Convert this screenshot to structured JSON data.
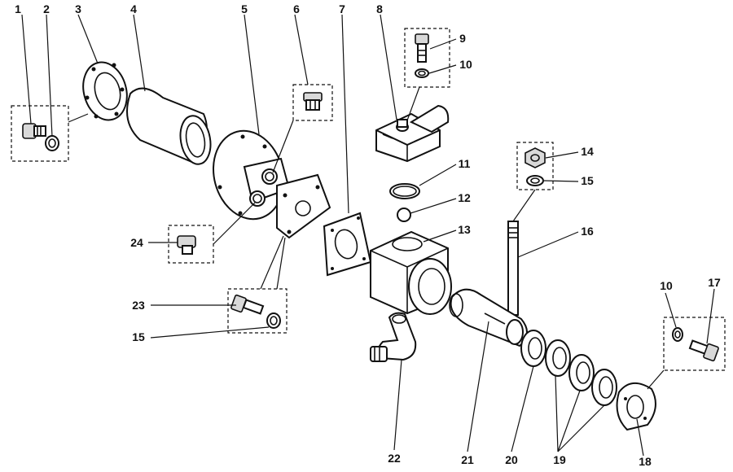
{
  "callouts": [
    {
      "id": "1",
      "label": "1"
    },
    {
      "id": "2",
      "label": "2"
    },
    {
      "id": "3",
      "label": "3"
    },
    {
      "id": "4",
      "label": "4"
    },
    {
      "id": "5",
      "label": "5"
    },
    {
      "id": "6",
      "label": "6"
    },
    {
      "id": "7",
      "label": "7"
    },
    {
      "id": "8",
      "label": "8"
    },
    {
      "id": "9",
      "label": "9"
    },
    {
      "id": "10",
      "label": "10"
    },
    {
      "id": "10b",
      "label": "10"
    },
    {
      "id": "11",
      "label": "11"
    },
    {
      "id": "12",
      "label": "12"
    },
    {
      "id": "13",
      "label": "13"
    },
    {
      "id": "14",
      "label": "14"
    },
    {
      "id": "15",
      "label": "15"
    },
    {
      "id": "15b",
      "label": "15"
    },
    {
      "id": "16",
      "label": "16"
    },
    {
      "id": "17",
      "label": "17"
    },
    {
      "id": "18",
      "label": "18"
    },
    {
      "id": "19",
      "label": "19"
    },
    {
      "id": "20",
      "label": "20"
    },
    {
      "id": "21",
      "label": "21"
    },
    {
      "id": "22",
      "label": "22"
    },
    {
      "id": "23",
      "label": "23"
    },
    {
      "id": "24",
      "label": "24"
    }
  ]
}
